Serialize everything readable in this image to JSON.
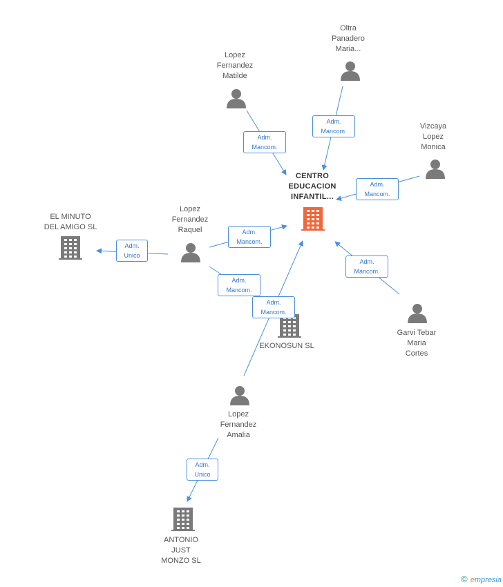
{
  "nodes": {
    "center": {
      "label": "CENTRO\nEDUCACION\nINFANTIL...",
      "type": "company-main"
    },
    "oltra": {
      "label": "Oltra\nPanadero\nMaria...",
      "type": "person"
    },
    "matilde": {
      "label": "Lopez\nFernandez\nMatilde",
      "type": "person"
    },
    "vizcaya": {
      "label": "Vizcaya\nLopez\nMonica",
      "type": "person"
    },
    "raquel": {
      "label": "Lopez\nFernandez\nRaquel",
      "type": "person"
    },
    "minuto": {
      "label": "EL MINUTO\nDEL AMIGO SL",
      "type": "company"
    },
    "ekonosun": {
      "label": "EKONOSUN SL",
      "type": "company"
    },
    "garvi": {
      "label": "Garvi Tebar\nMaria\nCortes",
      "type": "person"
    },
    "amalia": {
      "label": "Lopez\nFernandez\nAmalia",
      "type": "person"
    },
    "antonio": {
      "label": "ANTONIO\nJUST\nMONZO SL",
      "type": "company"
    }
  },
  "edges": [
    {
      "from": "oltra",
      "to": "center",
      "line1": "Adm.",
      "line2": "Mancom."
    },
    {
      "from": "matilde",
      "to": "center",
      "line1": "Adm.",
      "line2": "Mancom."
    },
    {
      "from": "vizcaya",
      "to": "center",
      "line1": "Adm.",
      "line2": "Mancom."
    },
    {
      "from": "raquel",
      "to": "center",
      "line1": "Adm.",
      "line2": "Mancom."
    },
    {
      "from": "raquel",
      "to": "minuto",
      "line1": "Adm.",
      "line2": "Unico"
    },
    {
      "from": "raquel",
      "to": "ekonosun",
      "line1": "Adm.",
      "line2": "Mancom."
    },
    {
      "from": "amalia",
      "to": "center",
      "line1": "Adm.",
      "line2": "Mancom."
    },
    {
      "from": "garvi",
      "to": "center",
      "line1": "Adm.",
      "line2": "Mancom."
    },
    {
      "from": "amalia",
      "to": "antonio",
      "line1": "Adm.",
      "line2": "Unico"
    }
  ],
  "footer": {
    "copyright": "©",
    "brand_initial": "e",
    "brand_rest": "mpresia"
  },
  "colors": {
    "edge": "#4a8fdb",
    "main_company": "#f0673a",
    "icon": "#7a7a7a"
  }
}
